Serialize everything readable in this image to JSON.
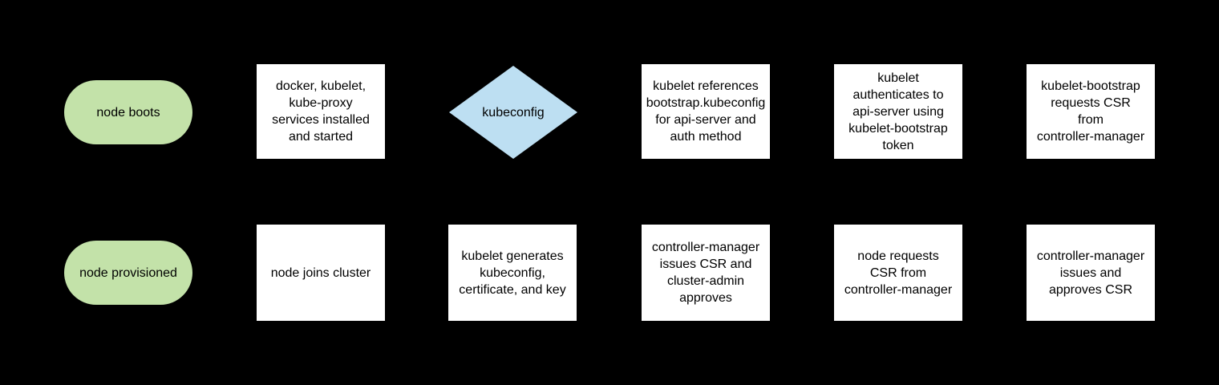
{
  "diagram": {
    "description": "kubernetes node bootstrap flowchart",
    "colors": {
      "background": "#000000",
      "terminator_fill": "#c3e2a9",
      "process_fill": "#ffffff",
      "decision_fill": "#bddff2",
      "text": "#000000"
    },
    "nodes": [
      {
        "id": "node-boots",
        "shape": "terminator",
        "row": 1,
        "col": 1,
        "label": "node boots"
      },
      {
        "id": "services-installed",
        "shape": "process",
        "row": 1,
        "col": 2,
        "label": "docker, kubelet,\nkube-proxy\nservices installed\nand started"
      },
      {
        "id": "kubeconfig-decision",
        "shape": "decision",
        "row": 1,
        "col": 3,
        "label": "kubeconfig"
      },
      {
        "id": "kubelet-references",
        "shape": "process",
        "row": 1,
        "col": 4,
        "label": "kubelet references\nbootstrap.kubeconfig\nfor api-server and\nauth method"
      },
      {
        "id": "kubelet-authenticates",
        "shape": "process",
        "row": 1,
        "col": 5,
        "label": "kubelet\nauthenticates to\napi-server using\nkubelet-bootstrap\ntoken"
      },
      {
        "id": "bootstrap-requests-csr",
        "shape": "process",
        "row": 1,
        "col": 6,
        "label": "kubelet-bootstrap\nrequests CSR\nfrom\ncontroller-manager"
      },
      {
        "id": "node-provisioned",
        "shape": "terminator",
        "row": 2,
        "col": 1,
        "label": "node provisioned"
      },
      {
        "id": "node-joins-cluster",
        "shape": "process",
        "row": 2,
        "col": 2,
        "label": "node joins cluster"
      },
      {
        "id": "kubelet-generates",
        "shape": "process",
        "row": 2,
        "col": 3,
        "label": "kubelet generates\nkubeconfig,\ncertificate, and key"
      },
      {
        "id": "cm-issues-admin-approves",
        "shape": "process",
        "row": 2,
        "col": 4,
        "label": "controller-manager\nissues CSR and\ncluster-admin\napproves"
      },
      {
        "id": "node-requests-csr",
        "shape": "process",
        "row": 2,
        "col": 5,
        "label": "node requests\nCSR from\ncontroller-manager"
      },
      {
        "id": "cm-issues-approves-csr",
        "shape": "process",
        "row": 2,
        "col": 6,
        "label": "controller-manager\nissues and\napproves CSR"
      }
    ]
  }
}
